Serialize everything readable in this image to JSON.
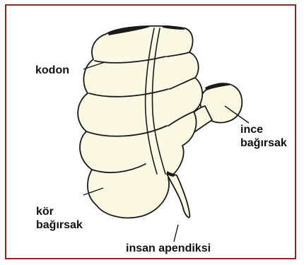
{
  "diagram": {
    "labels": {
      "kodon": "kodon",
      "ince_line1": "ince",
      "ince_line2": "bağırsak",
      "kor_line1": "kör",
      "kor_line2": "bağırsak",
      "apendiks": "insan apendiksi"
    },
    "colors": {
      "frame_border": "#8b2a22",
      "organ_fill": "#fbf8e3",
      "ink": "#1a1a1a"
    }
  }
}
